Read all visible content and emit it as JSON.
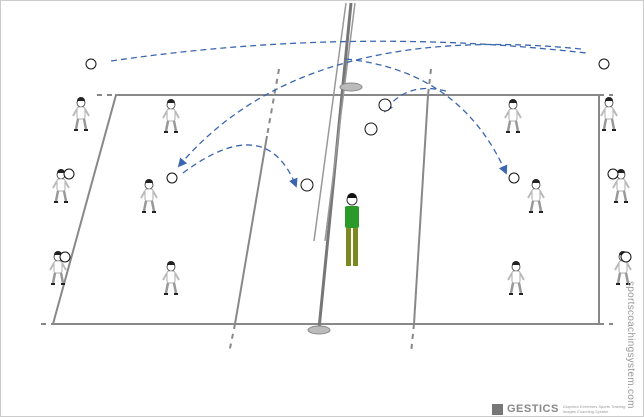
{
  "logo": {
    "name": "GESTICS",
    "line1": "Graphics Exercises Sports Training",
    "line2": "Images Coaching System"
  },
  "watermark": "sportscoachingsystem.com",
  "colors": {
    "court_line": "#888888",
    "arrow": "#3a66b0",
    "coach_shirt": "#2a9a2a",
    "coach_pants": "#7a8a20"
  }
}
